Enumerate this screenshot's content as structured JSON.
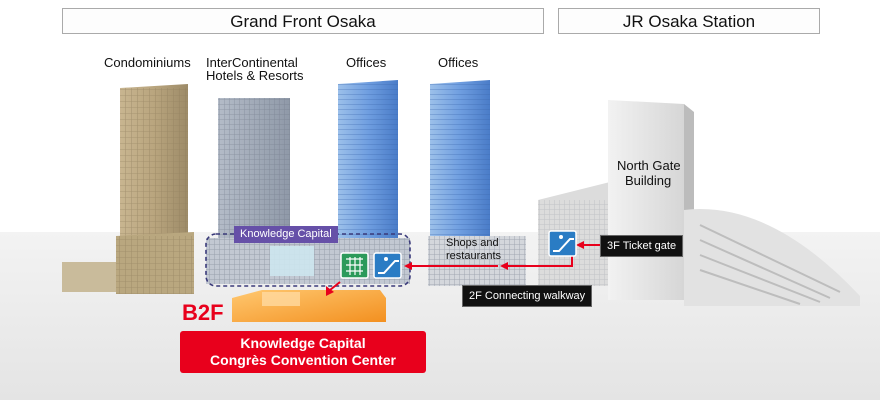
{
  "headers": {
    "grand_front": "Grand Front Osaka",
    "jr_osaka": "JR Osaka Station"
  },
  "buildings": {
    "condominiums": "Condominiums",
    "intercontinental_line1": "InterContinental",
    "intercontinental_line2": "Hotels & Resorts",
    "offices_1": "Offices",
    "offices_2": "Offices",
    "north_gate_line1": "North Gate",
    "north_gate_line2": "Building"
  },
  "labels": {
    "knowledge_capital": "Knowledge Capital",
    "shops_line1": "Shops and",
    "shops_line2": "restaurants",
    "ticket_gate": "3F Ticket gate",
    "connecting_walkway": "2F Connecting walkway",
    "floor": "B2F",
    "venue_line1": "Knowledge Capital",
    "venue_line2": "Congrès Convention Center"
  },
  "icons": {
    "gate": "ticket-gate-icon",
    "escalator": "escalator-icon"
  },
  "colors": {
    "accent_red": "#e8001c",
    "knowledge_capital_purple": "#6650a8",
    "icon_blue": "#2a7cc4",
    "icon_green": "#2c9a5a"
  }
}
